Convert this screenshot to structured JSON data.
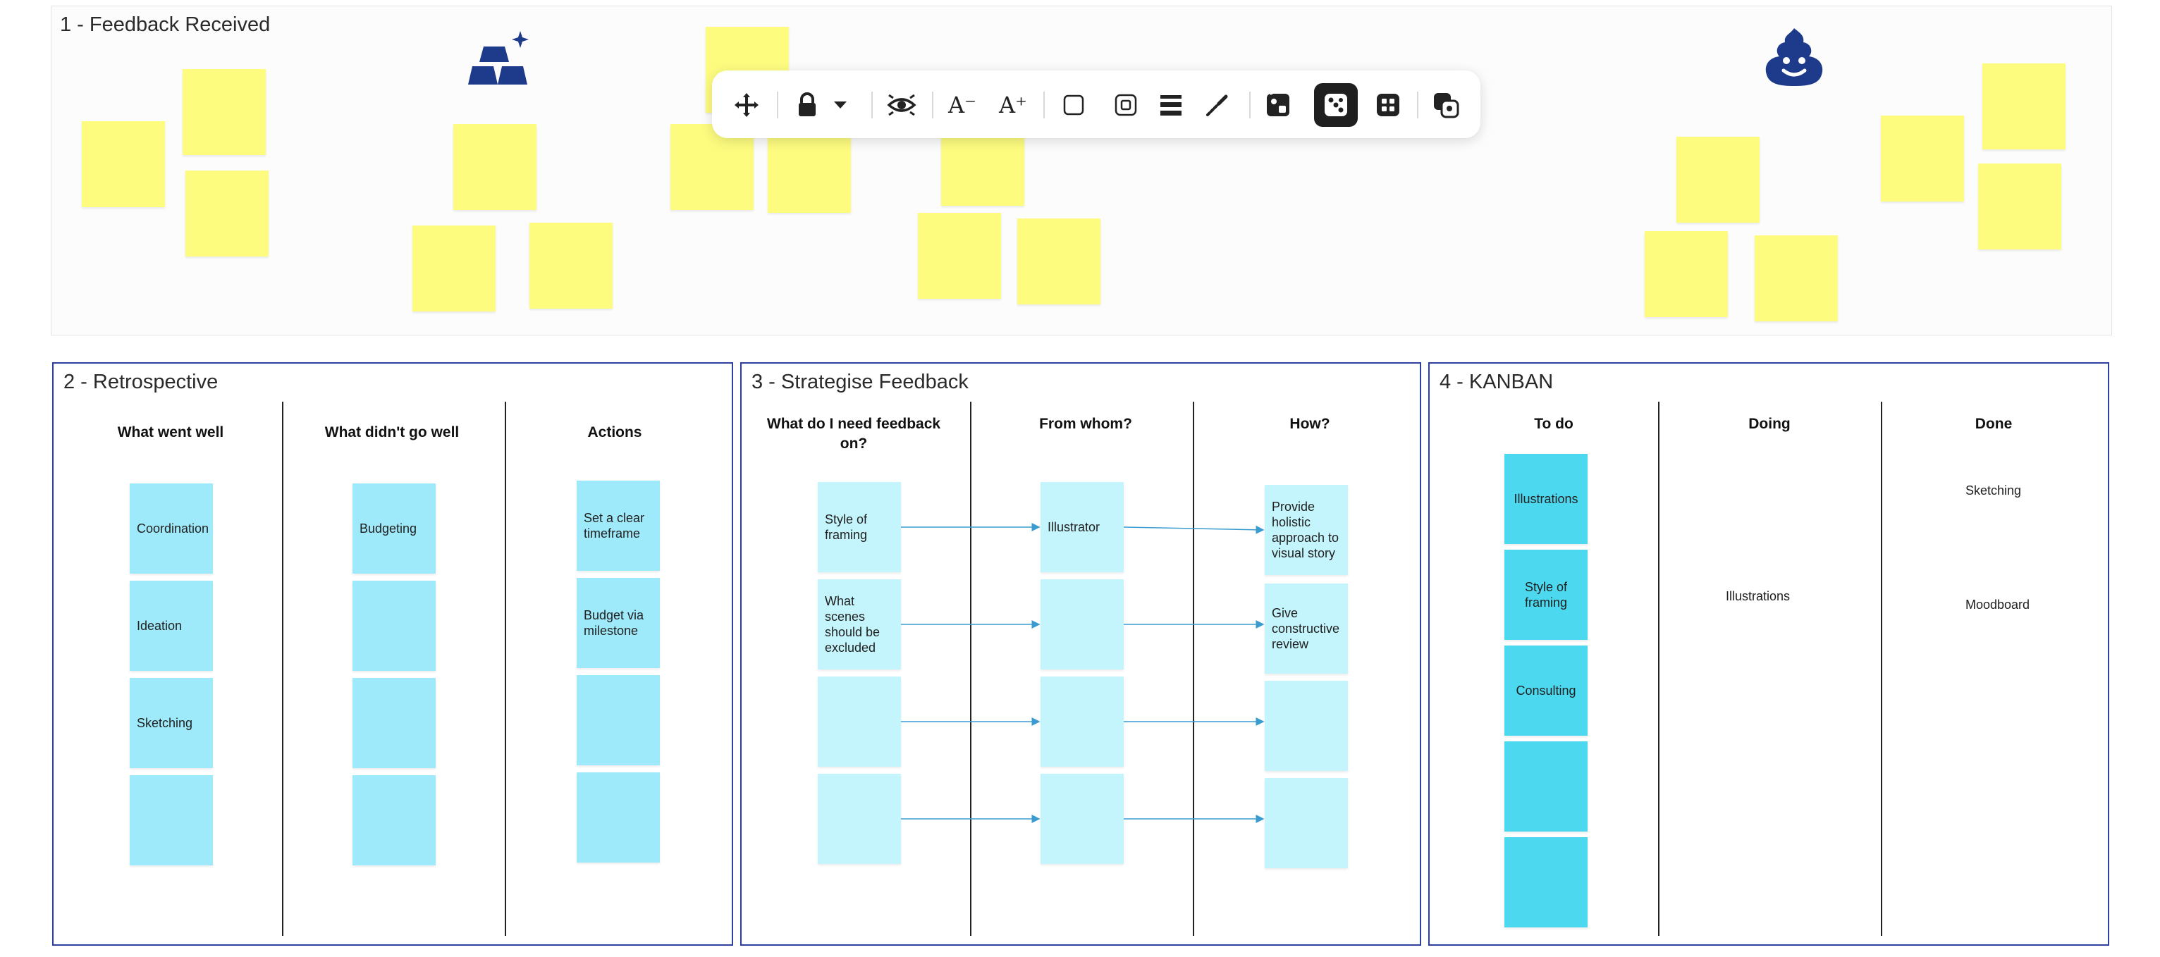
{
  "frames": {
    "feedback": {
      "title": "1 - Feedback Received"
    },
    "retro": {
      "title": "2 - Retrospective",
      "columns": [
        "What went well",
        "What didn't go well",
        "Actions"
      ],
      "went_well": [
        "Coordination",
        "Ideation",
        "Sketching",
        ""
      ],
      "didnt_go_well": [
        "Budgeting",
        "",
        "",
        ""
      ],
      "actions": [
        "Set a clear timeframe",
        "Budget via milestone",
        "",
        ""
      ]
    },
    "strategise": {
      "title": "3 - Strategise Feedback",
      "columns": [
        "What do I need feedback on?",
        "From whom?",
        "How?"
      ],
      "what": [
        "Style of framing",
        "What scenes should be excluded",
        "",
        ""
      ],
      "whom": [
        "Illustrator",
        "",
        "",
        ""
      ],
      "how": [
        "Provide holistic approach to visual story",
        "Give constructive review",
        "",
        ""
      ]
    },
    "kanban": {
      "title": "4 - KANBAN",
      "columns": [
        "To do",
        "Doing",
        "Done"
      ],
      "todo": [
        "Illustrations",
        "Style of framing",
        "Consulting",
        "",
        ""
      ],
      "doing": [
        "Illustrations"
      ],
      "done": [
        "Sketching",
        "Moodboard"
      ]
    }
  },
  "icons": {
    "gold_bars": "gold-bars-icon",
    "poop": "poop-emoji-icon"
  },
  "toolbar": {
    "tools": [
      "move-icon",
      "lock-icon",
      "dropdown-icon",
      "hide-icon",
      "decrease-font-icon",
      "increase-font-icon",
      "shape-square-icon",
      "shape-inset-icon",
      "line-weight-icon",
      "color-picker-icon",
      "sticker-icon",
      "dice-icon",
      "grid-icon",
      "group-icon"
    ],
    "decrease_font_label": "A⁻",
    "increase_font_label": "A⁺"
  },
  "colors": {
    "frame_border": "#2f3f9e",
    "sticky_yellow": "#fdfc7f",
    "sticky_cyan": "#9feafa",
    "sticky_pale": "#c5f5fc",
    "sticky_teal": "#4cd9ef",
    "icon_navy": "#1e3a8a",
    "arrow": "#3a9bd1"
  }
}
